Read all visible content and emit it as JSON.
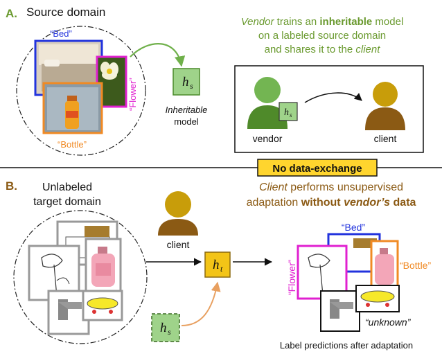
{
  "sectionA": {
    "marker": "A.",
    "title": "Source domain",
    "labels": {
      "bed": "“Bed”",
      "flower": "“Flower”",
      "bottle": "“Bottle”"
    },
    "model": {
      "symbol": "h",
      "subscript": "s",
      "caption_line1": "Inheritable",
      "caption_line2": "model"
    },
    "description": {
      "l1_a": "Vendor",
      "l1_b": " trains an ",
      "l1_c": "inheritable",
      "l1_d": " model",
      "l2": "on a labeled source domain",
      "l3_a": "and shares it to the ",
      "l3_b": "client"
    },
    "box": {
      "vendor_label": "vendor",
      "client_label": "client",
      "badge_symbol": "h",
      "badge_subscript": "s"
    }
  },
  "banner": "No data-exchange",
  "sectionB": {
    "marker": "B.",
    "title_line1": "Unlabeled",
    "title_line2": "target domain",
    "client_label": "client",
    "description": {
      "l1_a": "Client",
      "l1_b": " performs unsupervised",
      "l2_a": "adaptation ",
      "l2_b": "without ",
      "l2_c": "vendor’s",
      "l2_d": " data"
    },
    "model_t": {
      "symbol": "h",
      "subscript": "t"
    },
    "model_s": {
      "symbol": "h",
      "subscript": "s"
    },
    "pred_labels": {
      "bed": "“Bed”",
      "flower": "“Flower”",
      "bottle": "“Bottle”",
      "unknown": "“unknown”"
    },
    "caption": "Label predictions after adaptation"
  },
  "colors": {
    "green": "#5a8f29",
    "olive_text": "#6a9a2f",
    "brown": "#8b5a14",
    "gold": "#c89d0a",
    "blue": "#2233dd",
    "magenta": "#e020d0",
    "orange": "#f08a24",
    "model_green": "#9fd38a",
    "model_gold": "#f3c417",
    "banner_bg": "#ffd52e"
  }
}
